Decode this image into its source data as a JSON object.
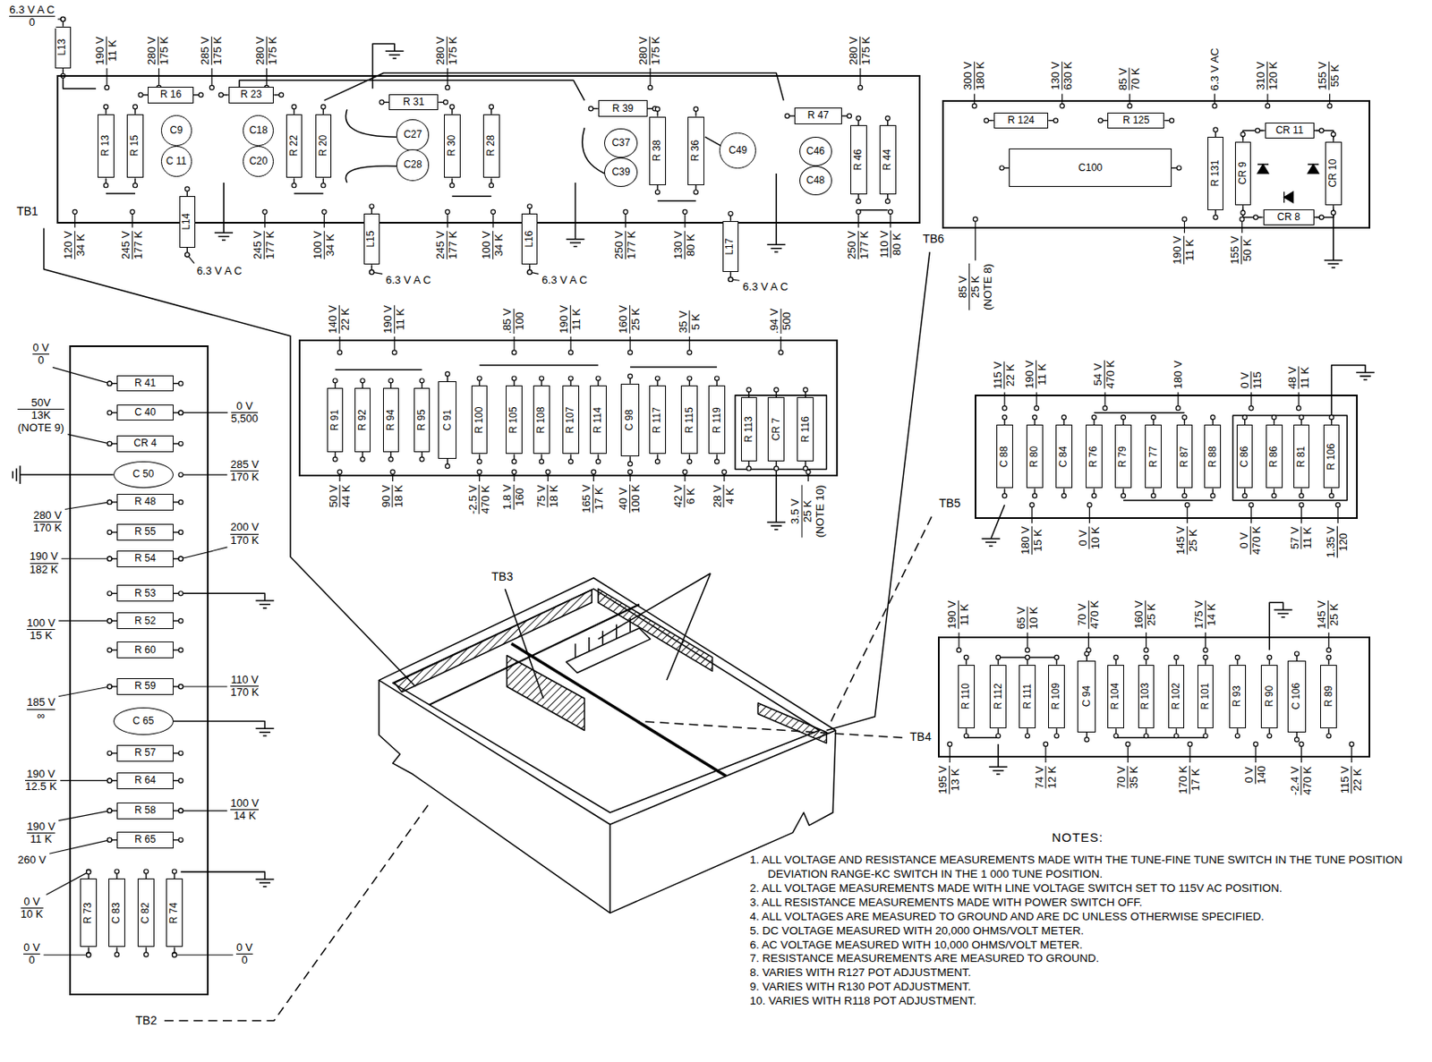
{
  "diagram": {
    "nodes": [
      {
        "text": [
          "TB1"
        ]
      },
      {
        "text": [
          "R 13"
        ],
        "in": 0
      },
      {
        "text": [
          "R 15"
        ],
        "in": 0
      },
      {
        "text": [
          "R 16"
        ],
        "in": 0
      },
      {
        "text": [
          "C9"
        ],
        "in": 0
      },
      {
        "text": [
          "C 11"
        ],
        "in": 0
      },
      {
        "text": [
          "R 23"
        ],
        "in": 0
      },
      {
        "text": [
          "C18"
        ],
        "in": 0
      },
      {
        "text": [
          "C20"
        ],
        "in": 0
      },
      {
        "text": [
          "R 22"
        ],
        "in": 0
      },
      {
        "text": [
          "R 20"
        ],
        "in": 0
      },
      {
        "text": [
          "R 31"
        ],
        "in": 0
      },
      {
        "text": [
          "C27"
        ],
        "in": 0
      },
      {
        "text": [
          "C28"
        ],
        "in": 0
      },
      {
        "text": [
          "R 30"
        ],
        "in": 0
      },
      {
        "text": [
          "R 28"
        ],
        "in": 0
      },
      {
        "text": [
          "R 39"
        ],
        "in": 0
      },
      {
        "text": [
          "C37"
        ],
        "in": 0
      },
      {
        "text": [
          "C39"
        ],
        "in": 0
      },
      {
        "text": [
          "R 38"
        ],
        "in": 0
      },
      {
        "text": [
          "R 36"
        ],
        "in": 0
      },
      {
        "text": [
          "C49"
        ],
        "in": 0
      },
      {
        "text": [
          "R 47"
        ],
        "in": 0
      },
      {
        "text": [
          "C46"
        ],
        "in": 0
      },
      {
        "text": [
          "C48"
        ],
        "in": 0
      },
      {
        "text": [
          "R 46"
        ],
        "in": 0
      },
      {
        "text": [
          "R 44"
        ],
        "in": 0
      },
      {
        "text": [
          "L13"
        ]
      },
      {
        "text": [
          "L14"
        ]
      },
      {
        "text": [
          "L15"
        ]
      },
      {
        "text": [
          "L16"
        ]
      },
      {
        "text": [
          "L17"
        ]
      },
      {
        "text": [
          "TB6"
        ]
      },
      {
        "text": [
          "R 124"
        ],
        "in": 32
      },
      {
        "text": [
          "R 125"
        ],
        "in": 32
      },
      {
        "text": [
          "C100"
        ],
        "in": 32
      },
      {
        "text": [
          "R 131"
        ],
        "in": 32
      },
      {
        "text": [
          "CR 9"
        ],
        "in": 32
      },
      {
        "text": [
          "CR 10"
        ],
        "in": 32
      },
      {
        "text": [
          "CR 11"
        ],
        "in": 32
      },
      {
        "text": [
          "CR 8"
        ],
        "in": 32
      },
      {
        "text": [
          "TB3"
        ]
      },
      {
        "text": [
          "R 91"
        ],
        "in": 41
      },
      {
        "text": [
          "R 92"
        ],
        "in": 41
      },
      {
        "text": [
          "R 94"
        ],
        "in": 41
      },
      {
        "text": [
          "R 95"
        ],
        "in": 41
      },
      {
        "text": [
          "C 91"
        ],
        "in": 41
      },
      {
        "text": [
          "R 100"
        ],
        "in": 41
      },
      {
        "text": [
          "R 105"
        ],
        "in": 41
      },
      {
        "text": [
          "R 108"
        ],
        "in": 41
      },
      {
        "text": [
          "R 107"
        ],
        "in": 41
      },
      {
        "text": [
          "R 114"
        ],
        "in": 41
      },
      {
        "text": [
          "C 98"
        ],
        "in": 41
      },
      {
        "text": [
          "R 117"
        ],
        "in": 41
      },
      {
        "text": [
          "R 115"
        ],
        "in": 41
      },
      {
        "text": [
          "R 119"
        ],
        "in": 41
      },
      {
        "text": [
          "R 113"
        ],
        "in": 41
      },
      {
        "text": [
          "CR 7"
        ],
        "in": 41
      },
      {
        "text": [
          "R 116"
        ],
        "in": 41
      },
      {
        "text": [
          "TB2"
        ]
      },
      {
        "text": [
          "R 41"
        ],
        "in": 59
      },
      {
        "text": [
          "C 40"
        ],
        "in": 59
      },
      {
        "text": [
          "CR 4"
        ],
        "in": 59
      },
      {
        "text": [
          "C 50"
        ],
        "in": 59
      },
      {
        "text": [
          "R 48"
        ],
        "in": 59
      },
      {
        "text": [
          "R 55"
        ],
        "in": 59
      },
      {
        "text": [
          "R 54"
        ],
        "in": 59
      },
      {
        "text": [
          "R 53"
        ],
        "in": 59
      },
      {
        "text": [
          "R 52"
        ],
        "in": 59
      },
      {
        "text": [
          "R 60"
        ],
        "in": 59
      },
      {
        "text": [
          "R 59"
        ],
        "in": 59
      },
      {
        "text": [
          "C 65"
        ],
        "in": 59
      },
      {
        "text": [
          "R 57"
        ],
        "in": 59
      },
      {
        "text": [
          "R 64"
        ],
        "in": 59
      },
      {
        "text": [
          "R 58"
        ],
        "in": 59
      },
      {
        "text": [
          "R 65"
        ],
        "in": 59
      },
      {
        "text": [
          "R 73"
        ],
        "in": 59
      },
      {
        "text": [
          "C 83"
        ],
        "in": 59
      },
      {
        "text": [
          "C 82"
        ],
        "in": 59
      },
      {
        "text": [
          "R 74"
        ],
        "in": 59
      },
      {
        "text": [
          "TB5"
        ]
      },
      {
        "text": [
          "C 88"
        ],
        "in": 80
      },
      {
        "text": [
          "R 80"
        ],
        "in": 80
      },
      {
        "text": [
          "C 84"
        ],
        "in": 80
      },
      {
        "text": [
          "R 76"
        ],
        "in": 80
      },
      {
        "text": [
          "R 79"
        ],
        "in": 80
      },
      {
        "text": [
          "R 77"
        ],
        "in": 80
      },
      {
        "text": [
          "R 87"
        ],
        "in": 80
      },
      {
        "text": [
          "R 88"
        ],
        "in": 80
      },
      {
        "text": [
          "C 86"
        ],
        "in": 80
      },
      {
        "text": [
          "R 86"
        ],
        "in": 80
      },
      {
        "text": [
          "R 81"
        ],
        "in": 80
      },
      {
        "text": [
          "R 106"
        ],
        "in": 80
      },
      {
        "text": [
          "TB4"
        ]
      },
      {
        "text": [
          "R 110"
        ],
        "in": 93
      },
      {
        "text": [
          "R 112"
        ],
        "in": 93
      },
      {
        "text": [
          "R 111"
        ],
        "in": 93
      },
      {
        "text": [
          "R 109"
        ],
        "in": 93
      },
      {
        "text": [
          "C 94"
        ],
        "in": 93
      },
      {
        "text": [
          "R 104"
        ],
        "in": 93
      },
      {
        "text": [
          "R 103"
        ],
        "in": 93
      },
      {
        "text": [
          "R 102"
        ],
        "in": 93
      },
      {
        "text": [
          "R 101"
        ],
        "in": 93
      },
      {
        "text": [
          "R 93"
        ],
        "in": 93
      },
      {
        "text": [
          "R 90"
        ],
        "in": 93
      },
      {
        "text": [
          "C 106"
        ],
        "in": 93
      },
      {
        "text": [
          "R 89"
        ],
        "in": 93
      }
    ],
    "labels": [
      "6.3 V A C",
      "0",
      "190 V",
      "11 K",
      "280 V",
      "175 K",
      "285 V",
      "175 K",
      "280 V",
      "175 K",
      "280 V",
      "175 K",
      "280 V",
      "175 K",
      "280 V",
      "175 K",
      "120 V",
      "34 K",
      "245 V",
      "177 K",
      "245 V",
      "177 K",
      "100 V",
      "34 K",
      "245 V",
      "177 K",
      "100 V",
      "34 K",
      "250 V",
      "177 K",
      "130 V",
      "80 K",
      "250 V",
      "177 K",
      "110 V",
      "80 K",
      "6.3 V A C",
      "6.3 V A C",
      "6.3 V A C",
      "6.3 V A C",
      "300 V",
      "180 K",
      "130 V",
      "630 K",
      "85 V",
      "70 K",
      "6.3 V AC",
      "310 V",
      "120 K",
      "155 V",
      "55 K",
      "85 V",
      "25 K",
      "(NOTE 8)",
      "190 V",
      "11 K",
      "155 V",
      "50 K",
      "140 V",
      "22 K",
      "190 V",
      "11 K",
      ".85 V",
      "100",
      "190 V",
      "11 K",
      "160 V",
      "25 K",
      "35 V",
      "5 K",
      ".94 V",
      "500",
      "50 V",
      "44 K",
      "90 V",
      "18 K",
      "-2.5 V",
      "470 K",
      "1.8 V",
      "160",
      "75 V",
      "18 K",
      "165 V",
      "17 K",
      "40 V",
      "100 K",
      "42 V",
      "6 K",
      "28 V",
      "4 K",
      "3.5 V",
      "25 K",
      "(NOTE 10)",
      "0 V",
      "0",
      "0 V",
      "5,500",
      "50V",
      "13K",
      "(NOTE 9)",
      "285 V",
      "170 K",
      "280 V",
      "170 K",
      "200 V",
      "170 K",
      "190 V",
      "182 K",
      "100 V",
      "15 K",
      "110 V",
      "170 K",
      "185 V",
      "∞",
      "190 V",
      "12.5 K",
      "100 V",
      "14 K",
      "190 V",
      "11 K",
      "260 V",
      "0 V",
      "10 K",
      "0 V",
      "0",
      "0 V",
      "0",
      "115 V",
      "22 K",
      "190 V",
      "11 K",
      "54 V",
      "470 K",
      "180 V",
      "0 V",
      "115",
      "48 V",
      "11 K",
      "180 V",
      "15 K",
      "0 V",
      "10 K",
      "145 V",
      "25 K",
      "0 V",
      "470 K",
      "57 V",
      "11 K",
      "1.35 V",
      "120",
      "190 V",
      "11 K",
      "65 V",
      "10 K",
      "70 V",
      "470 K",
      "160 V",
      "25 K",
      "175 V",
      "14 K",
      "145 V",
      "25 K",
      "195 V",
      "13 K",
      "74 V",
      "12 K",
      "70 V",
      "35 K",
      "170 K",
      "17 K",
      "0 V",
      "140",
      "-2.4 V",
      "470 K",
      "115 V",
      "22 K",
      "NOTES:",
      "1. ALL VOLTAGE AND RESISTANCE MEASUREMENTS MADE WITH THE TUNE-FINE TUNE SWITCH IN THE TUNE POSITION DEVIATION RANGE-KC SWITCH IN THE 1 000 TUNE POSITION.",
      "2. ALL VOLTAGE MEASUREMENTS MADE WITH LINE VOLTAGE SWITCH SET TO 115V AC POSITION.",
      "3. ALL RESISTANCE MEASUREMENTS MADE WITH POWER SWITCH OFF.",
      "4. ALL VOLTAGES ARE MEASURED TO GROUND AND ARE DC UNLESS OTHERWISE SPECIFIED.",
      "5. DC VOLTAGE MEASURED WITH 20,000 OHMS/VOLT METER.",
      "6. AC VOLTAGE MEASURED WITH 10,000 OHMS/VOLT METER.",
      "7. RESISTANCE MEASUREMENTS ARE MEASURED TO GROUND.",
      "8. VARIES WITH R127 POT ADJUSTMENT.",
      "9. VARIES WITH R130 POT ADJUSTMENT.",
      "10. VARIES WITH R118 POT ADJUSTMENT."
    ]
  }
}
